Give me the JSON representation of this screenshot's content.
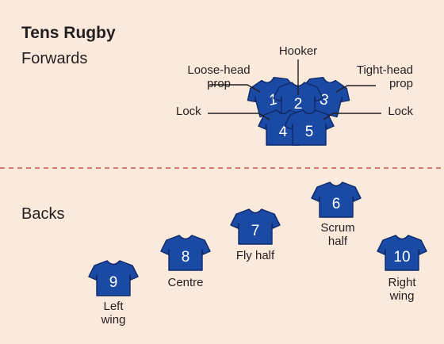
{
  "title": "Tens Rugby",
  "sections": {
    "forwards": "Forwards",
    "backs": "Backs"
  },
  "colors": {
    "background": "#fbe9dc",
    "shirt": "#1a4aa3",
    "shirt_outline": "#0e2a6b",
    "divider": "#c8373a",
    "text": "#231f20"
  },
  "forwards": [
    {
      "number": "1",
      "label": [
        "Loose-head",
        "prop"
      ]
    },
    {
      "number": "2",
      "label": [
        "Hooker"
      ]
    },
    {
      "number": "3",
      "label": [
        "Tight-head",
        "prop"
      ]
    },
    {
      "number": "4",
      "label": [
        "Lock"
      ]
    },
    {
      "number": "5",
      "label": [
        "Lock"
      ]
    }
  ],
  "backs": [
    {
      "number": "6",
      "label": [
        "Scrum",
        "half"
      ]
    },
    {
      "number": "7",
      "label": [
        "Fly half"
      ]
    },
    {
      "number": "8",
      "label": [
        "Centre"
      ]
    },
    {
      "number": "9",
      "label": [
        "Left",
        "wing"
      ]
    },
    {
      "number": "10",
      "label": [
        "Right",
        "wing"
      ]
    }
  ]
}
